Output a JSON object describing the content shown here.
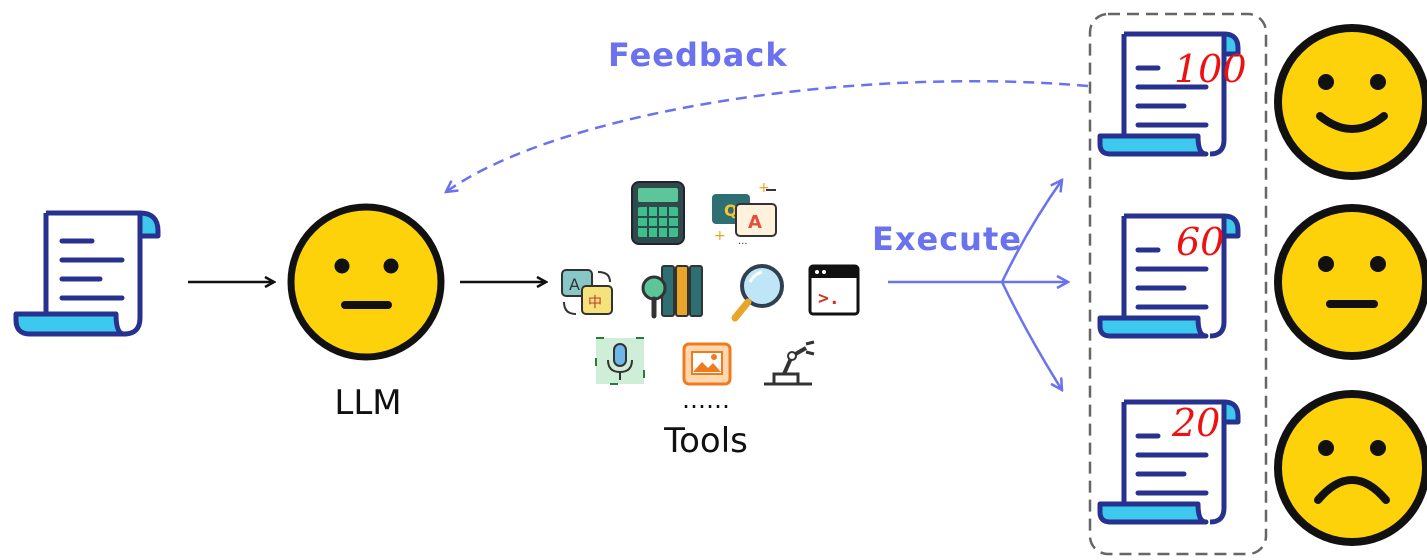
{
  "labels": {
    "llm": "LLM",
    "tools": "Tools",
    "tools_ellipsis": "……",
    "feedback": "Feedback",
    "execute": "Execute"
  },
  "results": [
    {
      "score": "100",
      "face": "happy-face"
    },
    {
      "score": "60",
      "face": "neutral-face"
    },
    {
      "score": "20",
      "face": "sad-face"
    }
  ],
  "tools": [
    "calculator-icon",
    "qa-chat-icon",
    "translate-icon",
    "search-binders-icon",
    "magnifier-icon",
    "terminal-icon",
    "microphone-icon",
    "image-icon",
    "robot-arm-icon"
  ],
  "colors": {
    "doc_outline": "#27318f",
    "doc_accent": "#3dc8ee",
    "face_fill": "#fdd20a",
    "face_outline": "#111111",
    "flow_blue": "#6a72ee",
    "score_red": "#ee1111",
    "box_dash": "#666666"
  }
}
